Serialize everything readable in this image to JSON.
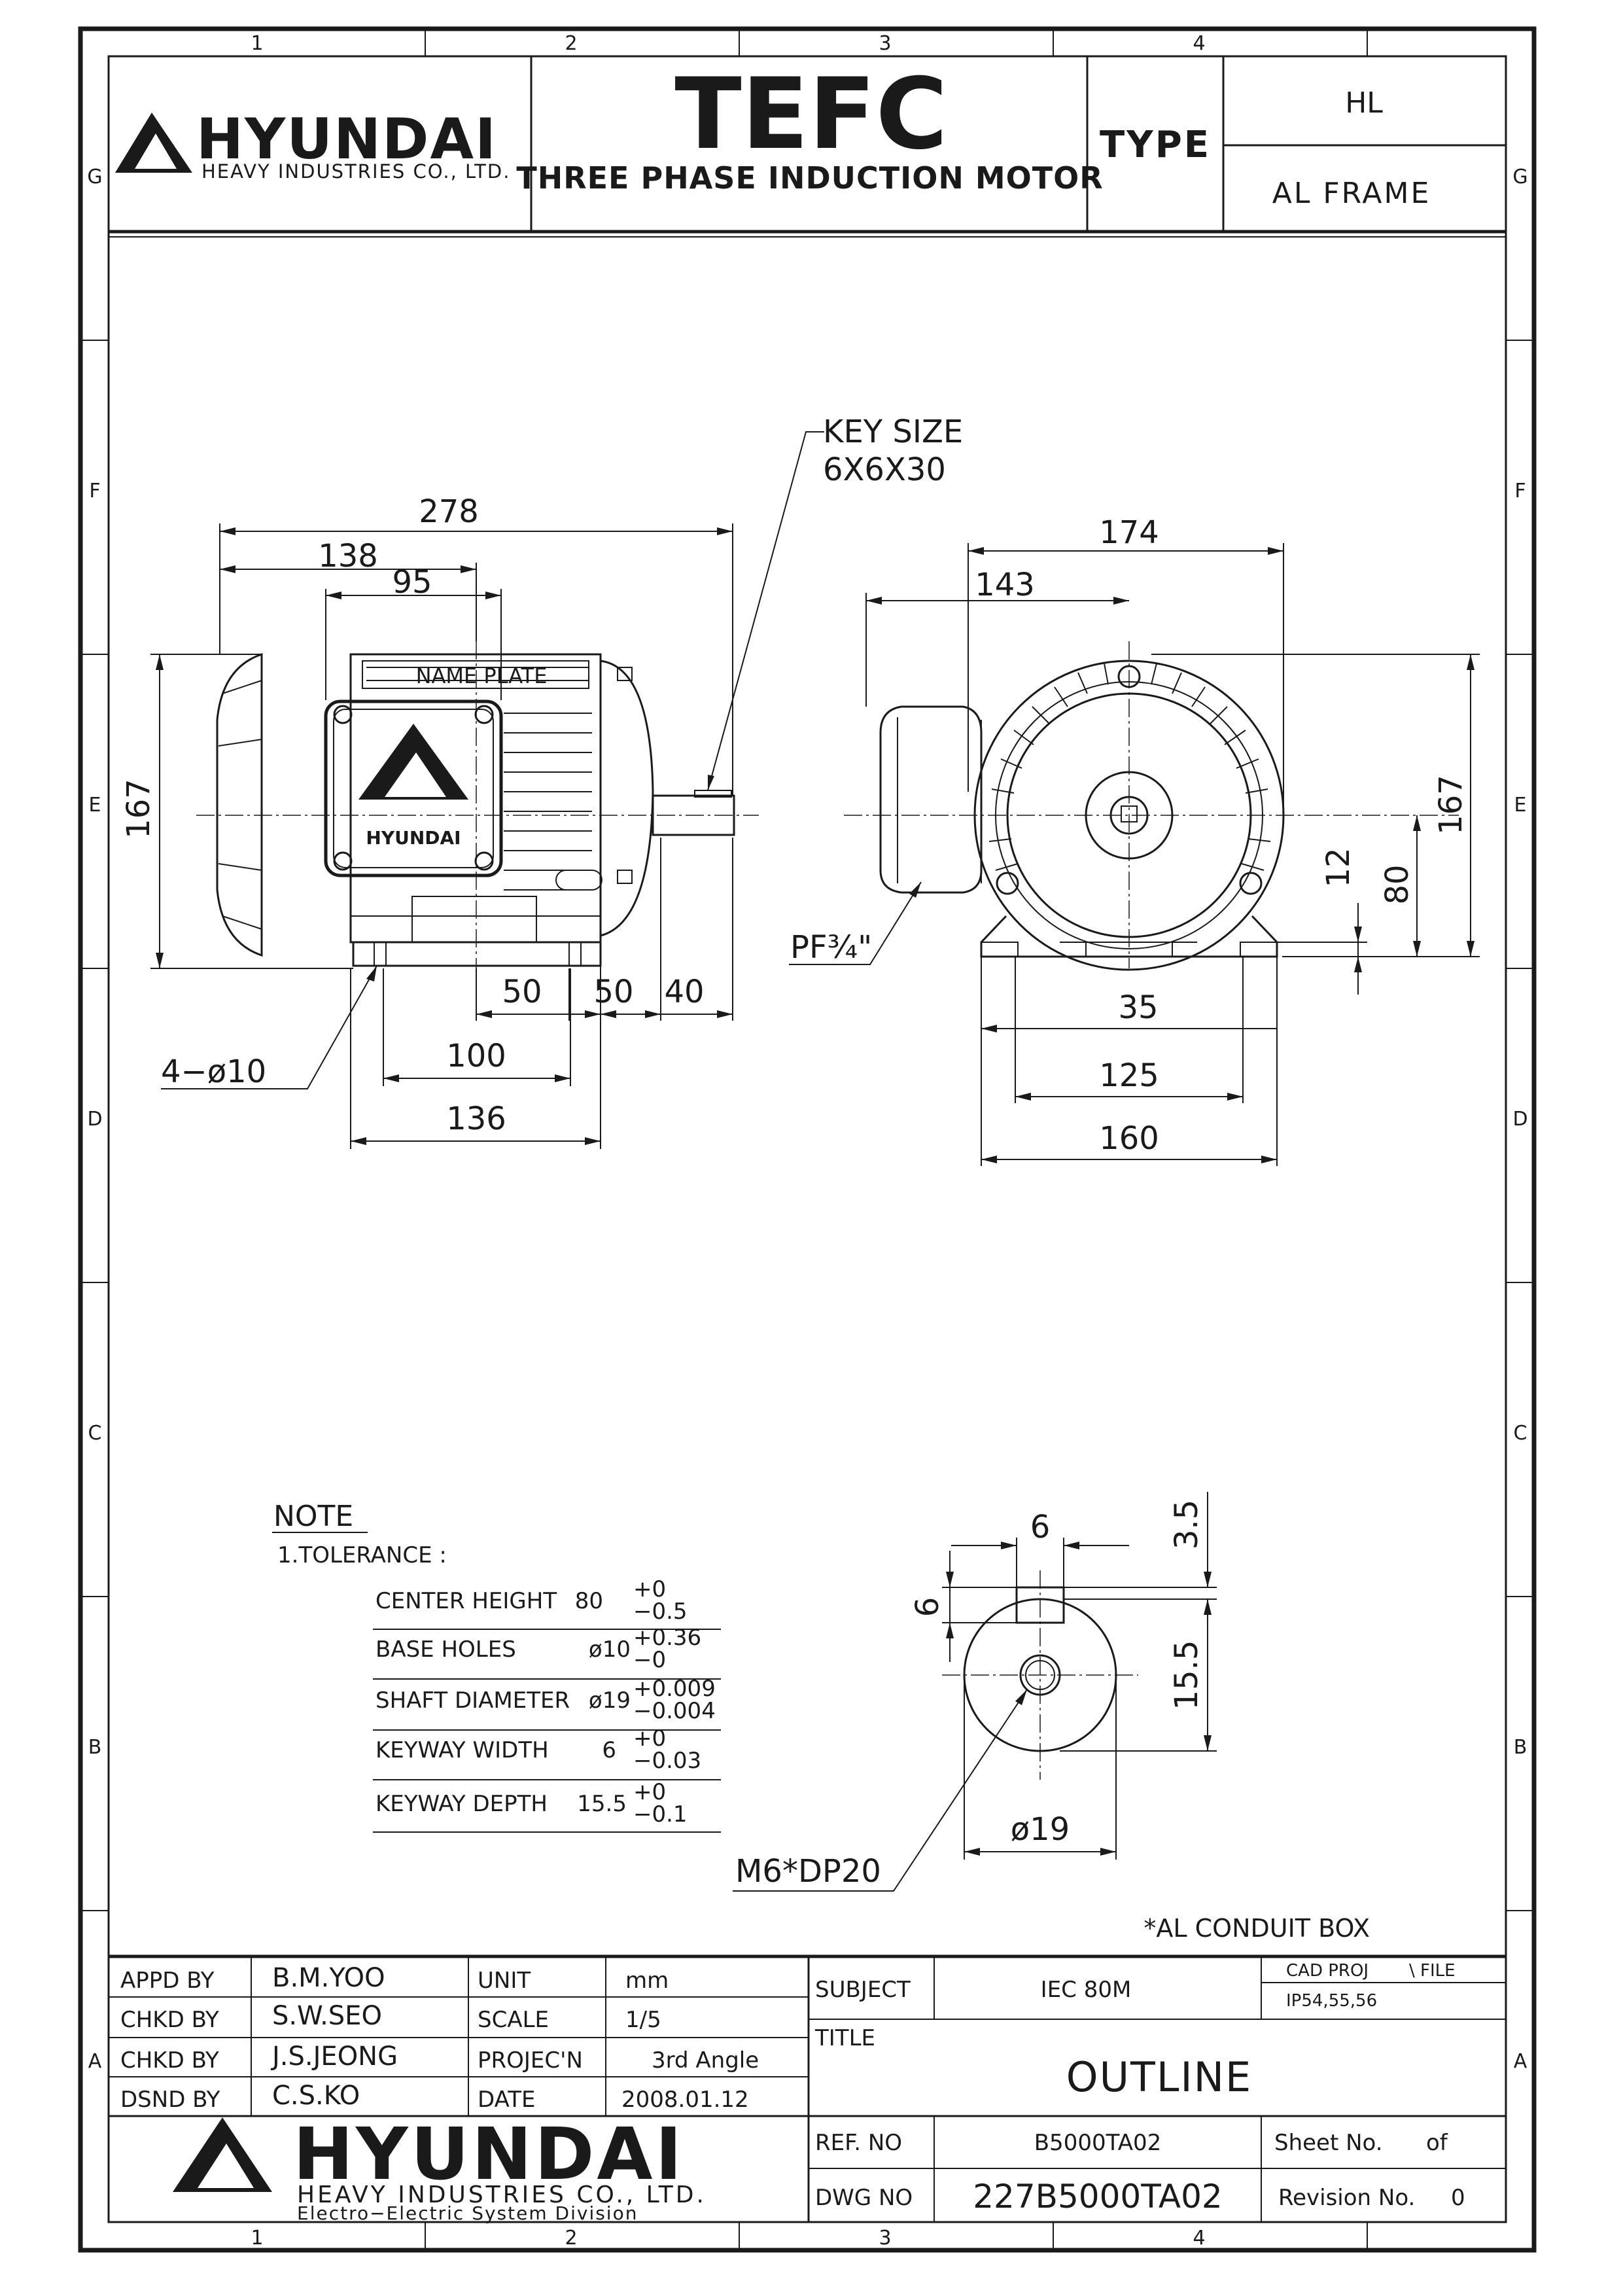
{
  "zones": {
    "columns": [
      "1",
      "2",
      "3",
      "4"
    ],
    "rows": [
      "G",
      "F",
      "E",
      "D",
      "C",
      "B",
      "A"
    ]
  },
  "header": {
    "brand": "HYUNDAI",
    "brand_sub": "HEAVY INDUSTRIES CO., LTD.",
    "title": "TEFC",
    "subtitle": "THREE PHASE INDUCTION MOTOR",
    "type_label": "TYPE",
    "type_value": "HL",
    "frame_value": "AL FRAME"
  },
  "views": {
    "name_plate": "NAME PLATE",
    "motor_badge": "HYUNDAI",
    "key_size_line1": "KEY SIZE",
    "key_size_line2": "6X6X30",
    "pf_label": "PF¾\"",
    "base_holes_label": "4−ø10",
    "side": {
      "overall_length": "278",
      "d138": "138",
      "d95": "95",
      "height": "167",
      "d50a": "50",
      "d50b": "50",
      "d40": "40",
      "d100": "100",
      "d136": "136"
    },
    "front": {
      "width": "174",
      "d143": "143",
      "height": "167",
      "d12": "12",
      "d80": "80",
      "d35": "35",
      "d125": "125",
      "d160": "160"
    },
    "shaft": {
      "key_w": "6",
      "key_h": "6",
      "d3_5": "3.5",
      "d15_5": "15.5",
      "dia": "ø19",
      "thread": "M6*DP20"
    }
  },
  "note": {
    "heading": "NOTE",
    "line1": "1.TOLERANCE :",
    "rows": [
      {
        "label": "CENTER HEIGHT",
        "value": "80",
        "upper": "+0",
        "lower": "−0.5"
      },
      {
        "label": "BASE HOLES",
        "value": "ø10",
        "upper": "+0.36",
        "lower": "−0"
      },
      {
        "label": "SHAFT DIAMETER",
        "value": "ø19",
        "upper": "+0.009",
        "lower": "−0.004"
      },
      {
        "label": "KEYWAY WIDTH",
        "value": "6",
        "upper": "+0",
        "lower": "−0.03"
      },
      {
        "label": "KEYWAY DEPTH",
        "value": "15.5",
        "upper": "+0",
        "lower": "−0.1"
      }
    ],
    "conduit": "*AL CONDUIT BOX"
  },
  "title_block": {
    "appd_label": "APPD BY",
    "appd_value": "B.M.YOO",
    "chkd1_label": "CHKD BY",
    "chkd1_value": "S.W.SEO",
    "chkd2_label": "CHKD BY",
    "chkd2_value": "J.S.JEONG",
    "dsnd_label": "DSND BY",
    "dsnd_value": "C.S.KO",
    "unit_label": "UNIT",
    "unit_value": "mm",
    "scale_label": "SCALE",
    "scale_value": "1/5",
    "projection_label": "PROJEC'N",
    "projection_value": "3rd Angle",
    "date_label": "DATE",
    "date_value": "2008.01.12",
    "subject_label": "SUBJECT",
    "subject_value": "IEC 80M",
    "cad_label": "CAD PROJ",
    "file_label": "\\ FILE",
    "file_value": "IP54,55,56",
    "title_label": "TITLE",
    "title_value": "OUTLINE",
    "ref_label": "REF. NO",
    "ref_value": "B5000TA02",
    "dwg_label": "DWG NO",
    "dwg_value": "227B5000TA02",
    "sheet_label": "Sheet No.",
    "sheet_of": "of",
    "revision_label": "Revision No.",
    "revision_value": "0",
    "brand": "HYUNDAI",
    "brand_sub1": "HEAVY INDUSTRIES CO., LTD.",
    "brand_sub2": "Electro−Electric System Division"
  },
  "colors": {
    "ink": "#1a1a1a",
    "paper": "#ffffff"
  }
}
